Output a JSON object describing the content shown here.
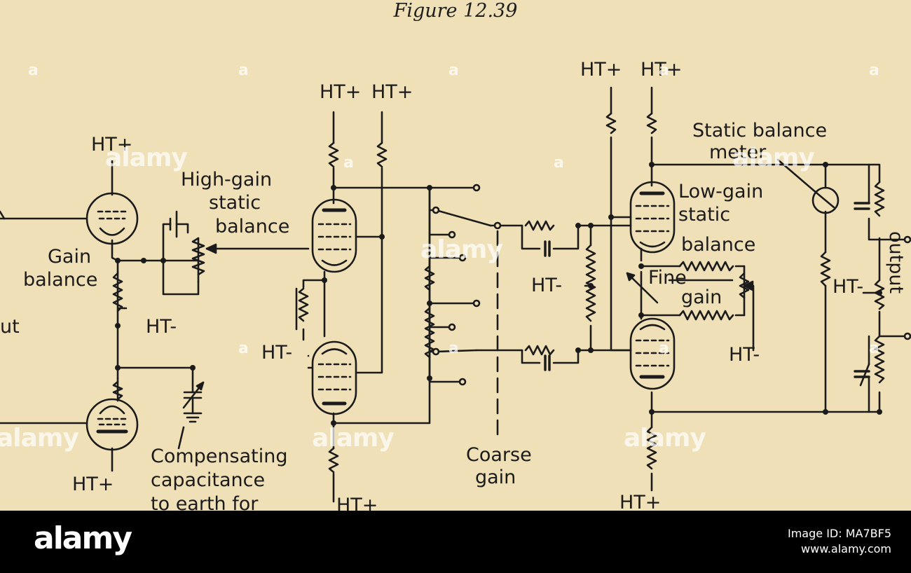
{
  "figure": {
    "caption": "Figure 12.39",
    "labels": {
      "ht_plus": "HT+",
      "ht_minus": "HT-",
      "gain": "Gain",
      "balance": "balance",
      "input_partial": "ut",
      "high_gain": "High-gain",
      "static": "static",
      "compensating": "Compensating",
      "capacitance": "capacitance",
      "to_earth_for": "to earth for",
      "coarse": "Coarse",
      "gain_word": "gain",
      "fine": "Fine",
      "low_gain": "Low-gain",
      "static_balance": "Static balance",
      "meter": "meter",
      "output_partial": "output"
    }
  },
  "watermark": {
    "text": "alamy",
    "mark": "a"
  },
  "footer": {
    "logo": "alamy",
    "image_id": "Image ID: MA7BF5",
    "site": "www.alamy.com"
  }
}
